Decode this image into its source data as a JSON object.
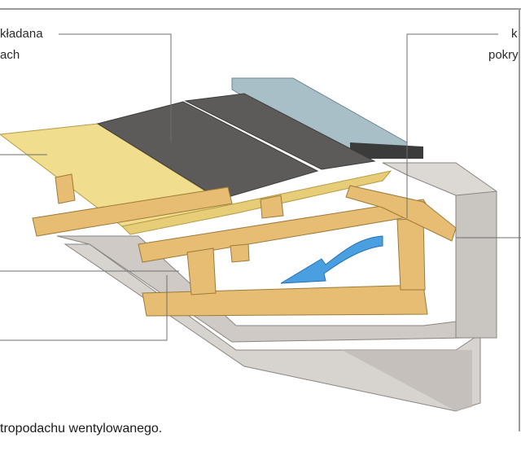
{
  "labels": {
    "top_left_line1": "kładana",
    "top_left_line2": "ach",
    "top_right_line1": "k",
    "top_right_line2": "pokry"
  },
  "caption": "tropodachu wentylowanego.",
  "colors": {
    "plywood": "#f1dd8e",
    "timber": "#e6bd73",
    "roofing_felt": "#5d5b5a",
    "flashing": "#a9bfc8",
    "wall_concrete": "#d9d6d2",
    "airflow_arrow": "#4a9fe0",
    "leader_line": "#6f6f6f"
  },
  "icons": {
    "airflow": "arrow-icon"
  }
}
